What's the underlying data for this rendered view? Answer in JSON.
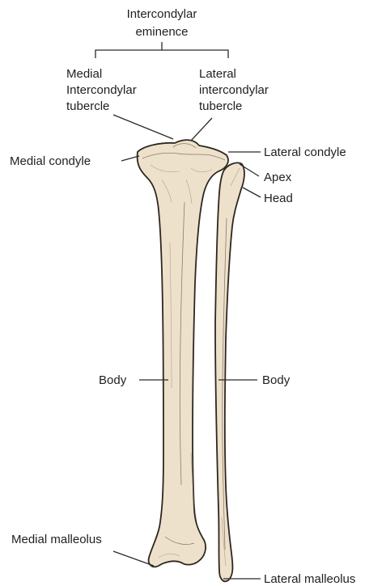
{
  "labels": {
    "intercondylar_eminence_line1": "Intercondylar",
    "intercondylar_eminence_line2": "eminence",
    "medial_tubercle_line1": "Medial",
    "medial_tubercle_line2": "Intercondylar",
    "medial_tubercle_line3": "tubercle",
    "lateral_tubercle_line1": "Lateral",
    "lateral_tubercle_line2": "intercondylar",
    "lateral_tubercle_line3": "tubercle",
    "medial_condyle": "Medial condyle",
    "lateral_condyle": "Lateral condyle",
    "apex": "Apex",
    "head": "Head",
    "body_tibia": "Body",
    "body_fibula": "Body",
    "medial_malleolus": "Medial malleolus",
    "lateral_malleolus": "Lateral malleolus"
  },
  "colors": {
    "bone_fill": "#ede1cb",
    "bone_outline": "#2e2620",
    "label_text": "#1f1f1f",
    "background": "#ffffff"
  }
}
